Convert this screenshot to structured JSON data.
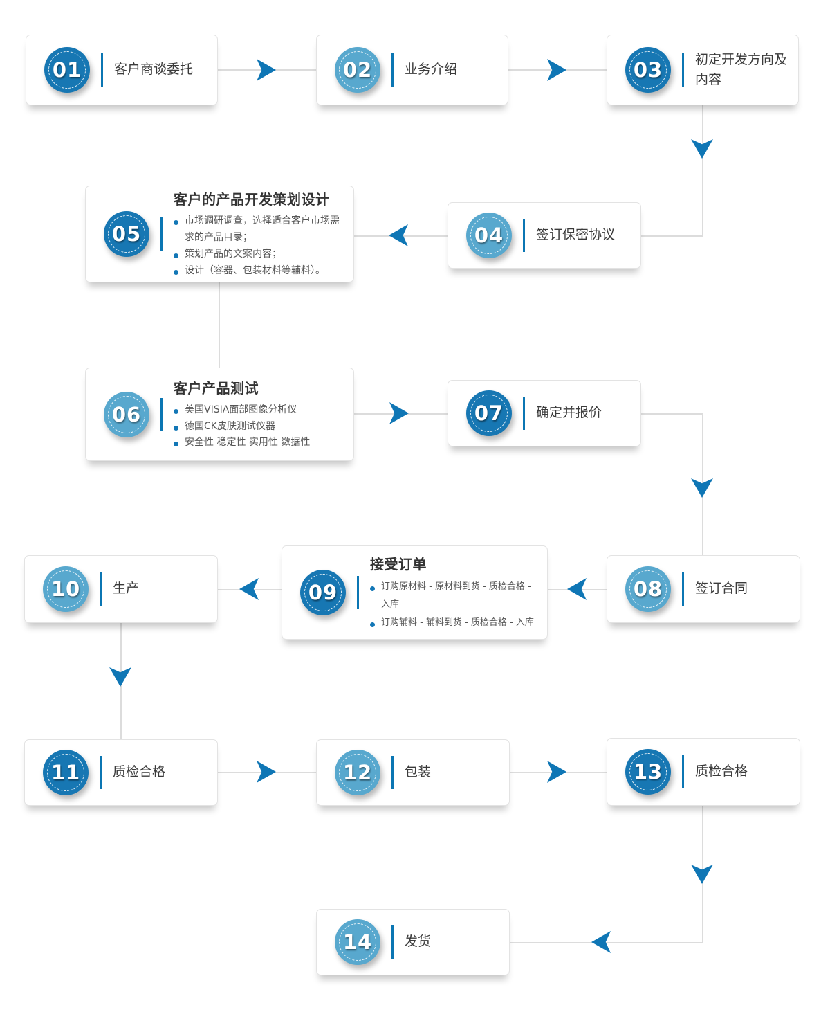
{
  "flow": {
    "steps": [
      {
        "num": "01",
        "label": "客户商谈委托",
        "variant": "dark"
      },
      {
        "num": "02",
        "label": "业务介绍",
        "variant": "light"
      },
      {
        "num": "03",
        "label": "初定开发方向及内容",
        "variant": "dark"
      },
      {
        "num": "04",
        "label": "签订保密协议",
        "variant": "light"
      },
      {
        "num": "05",
        "title": "客户的产品开发策划设计",
        "variant": "dark",
        "bullets": [
          "市场调研调查，选择适合客户市场需求的产品目录；",
          "策划产品的文案内容；",
          "设计（容器、包装材料等辅料）。"
        ]
      },
      {
        "num": "06",
        "title": "客户产品测试",
        "variant": "light",
        "bullets": [
          "美国VISIA面部图像分析仪",
          "德国CK皮肤测试仪器",
          "安全性  稳定性 实用性  数据性"
        ]
      },
      {
        "num": "07",
        "label": "确定并报价",
        "variant": "dark"
      },
      {
        "num": "08",
        "label": "签订合同",
        "variant": "light"
      },
      {
        "num": "09",
        "title": "接受订单",
        "variant": "dark",
        "bullets": [
          "订购原材料 - 原材料到货 - 质检合格 - 入库",
          "订购辅料 - 辅料到货 - 质检合格 - 入库"
        ]
      },
      {
        "num": "10",
        "label": "生产",
        "variant": "light"
      },
      {
        "num": "11",
        "label": "质检合格",
        "variant": "dark"
      },
      {
        "num": "12",
        "label": "包装",
        "variant": "light"
      },
      {
        "num": "13",
        "label": "质检合格",
        "variant": "dark"
      },
      {
        "num": "14",
        "label": "发货",
        "variant": "light"
      }
    ]
  },
  "palette": {
    "circle_dark": "#1777b3",
    "circle_light": "#58a8ce",
    "arrow": "#0f76b5",
    "divider": "#0b76b3",
    "connector": "#dcdcdc",
    "bullet": "#1377b6",
    "card_border": "#e3e3e3",
    "text_dark": "#333333",
    "text_body": "#555555"
  }
}
